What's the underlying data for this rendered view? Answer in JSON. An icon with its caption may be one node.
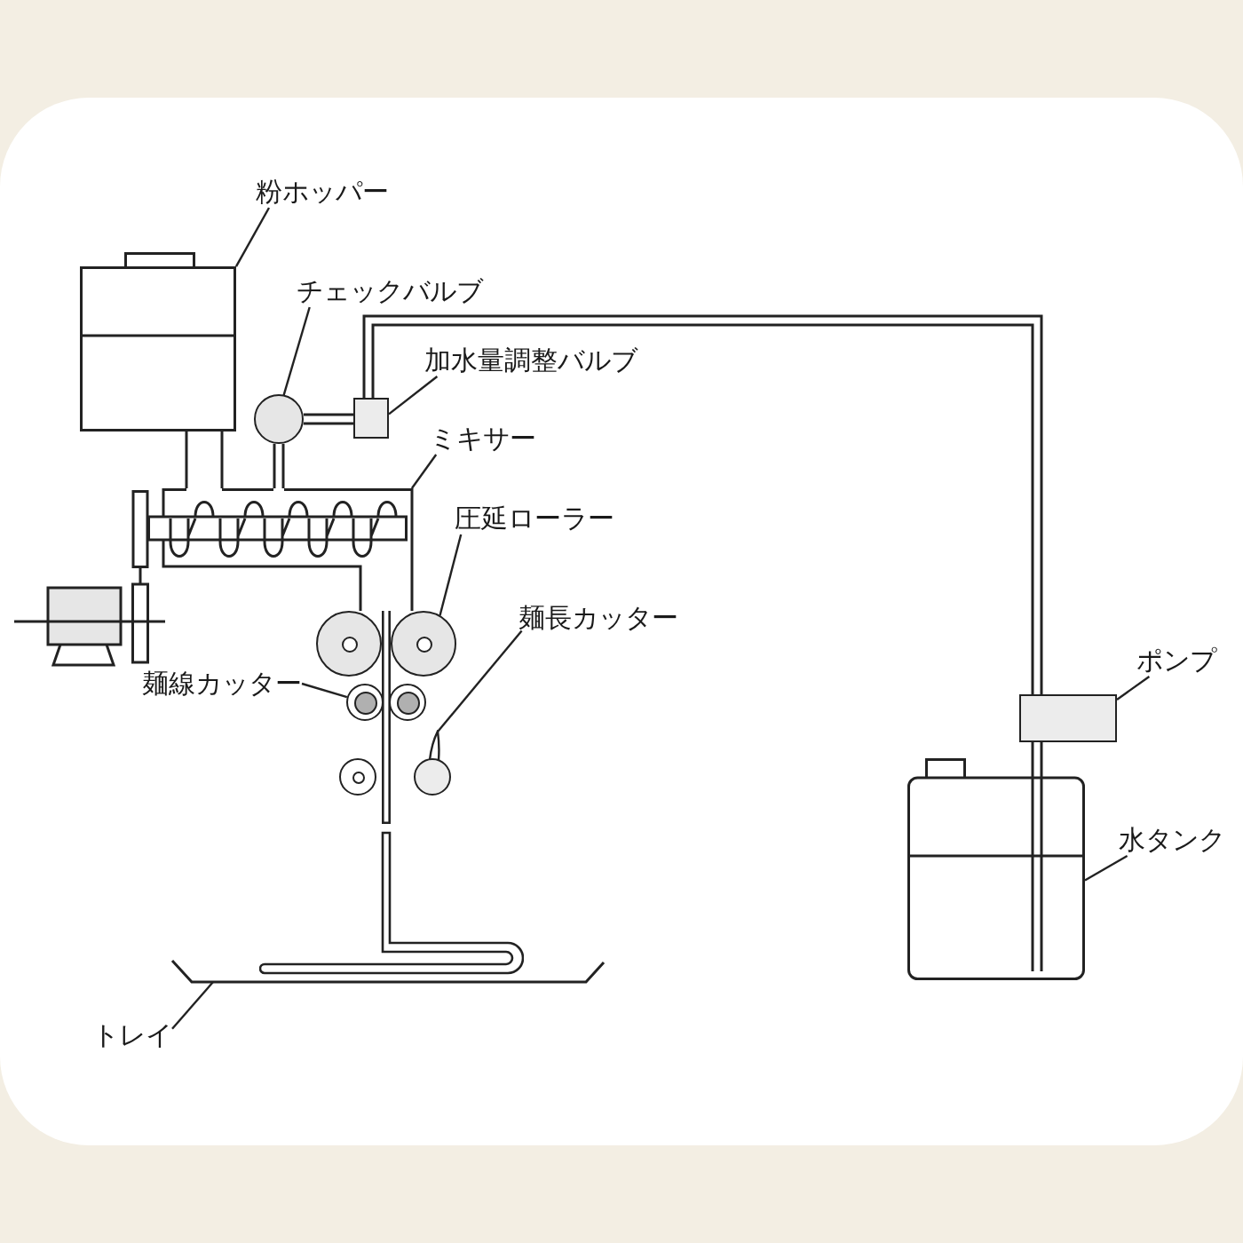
{
  "diagram": {
    "nodes": [
      {
        "text": [
          "粉ホッパー"
        ]
      },
      {
        "text": [],
        "shape": "picture"
      },
      {
        "text": [
          "チェックバルブ"
        ]
      },
      {
        "text": [],
        "shape": "circle"
      },
      {
        "text": [
          "加水量調整バルブ"
        ]
      },
      {
        "text": [],
        "shape": "box"
      },
      {
        "text": [
          "ミキサー"
        ]
      },
      {
        "text": [],
        "shape": "picture"
      },
      {
        "text": [
          "圧延ローラー"
        ]
      },
      {
        "text": [],
        "shape": "circle"
      },
      {
        "text": [],
        "shape": "circle"
      },
      {
        "text": [],
        "shape": "strip"
      },
      {
        "text": [
          "麺長カッター"
        ]
      },
      {
        "text": [
          "ポンプ"
        ]
      },
      {
        "text": [],
        "shape": "box"
      },
      {
        "text": [
          "麺線カッター"
        ]
      },
      {
        "text": [],
        "shape": "circle"
      },
      {
        "text": [],
        "shape": "circle"
      },
      {
        "text": [],
        "shape": "triangle"
      },
      {
        "text": [],
        "shape": "circle"
      },
      {
        "text": [],
        "shape": "circle"
      },
      {
        "text": [],
        "shape": "picture"
      },
      {
        "text": [
          "水タンク"
        ]
      },
      {
        "text": [],
        "shape": "strip"
      },
      {
        "text": [
          "トレイ"
        ]
      },
      {
        "text": [],
        "shape": "picture"
      }
    ],
    "edges": [
      {
        "from": 0,
        "to": 1,
        "arrow": "none"
      },
      {
        "from": 2,
        "to": 3,
        "arrow": "none"
      },
      {
        "from": 4,
        "to": 5,
        "arrow": "none"
      },
      {
        "from": 6,
        "to": 7,
        "arrow": "none"
      },
      {
        "from": 8,
        "to": 10,
        "arrow": "none"
      },
      {
        "from": 12,
        "to": 18,
        "arrow": "none"
      },
      {
        "from": 15,
        "to": 16,
        "arrow": "none"
      },
      {
        "from": 13,
        "to": 14,
        "arrow": "none"
      },
      {
        "from": 22,
        "to": 21,
        "arrow": "none"
      },
      {
        "from": 24,
        "to": 25,
        "arrow": "none"
      },
      {
        "from": 1,
        "to": 7,
        "arrow": "none",
        "style": "thick"
      },
      {
        "from": 3,
        "to": 7,
        "arrow": "none",
        "style": "thick"
      },
      {
        "from": 3,
        "to": 5,
        "arrow": "none",
        "style": "thick"
      },
      {
        "from": 5,
        "to": 14,
        "arrow": "none",
        "style": "thick"
      },
      {
        "from": 14,
        "to": 21,
        "arrow": "none",
        "style": "thick"
      }
    ]
  }
}
